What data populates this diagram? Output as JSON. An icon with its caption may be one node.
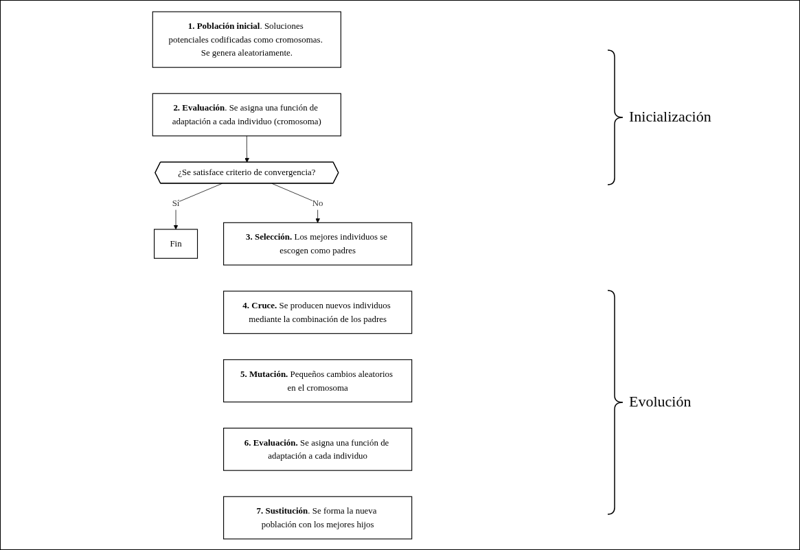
{
  "diagram": {
    "nodes": [
      {
        "text": [
          "**1. Población inicial**. Soluciones potenciales codificadas como cromosomas. Se genera aleatoriamente."
        ]
      },
      {
        "text": [
          "**2. Evaluación**. Se asigna una función de adaptación a cada individuo (cromosoma)"
        ]
      },
      {
        "text": [
          "¿Se satisface criterio de convergencia?"
        ]
      },
      {
        "text": [
          "Fin"
        ]
      },
      {
        "text": [
          "**3. Selección.** Los mejores individuos se escogen como padres"
        ]
      },
      {
        "text": [
          "**4. Cruce.** Se producen nuevos individuos mediante la combinación de los padres"
        ]
      },
      {
        "text": [
          "**5. Mutación.** Pequeños cambios aleatorios en el cromosoma"
        ]
      },
      {
        "text": [
          "**6. Evaluación.** Se asigna una función de adaptación a cada individuo"
        ]
      },
      {
        "text": [
          "**7. Sustitución**. Se forma la nueva población con los mejores hijos"
        ]
      }
    ],
    "edges": [
      {
        "from": 1,
        "to": 2,
        "arrow": "to"
      },
      {
        "from": 2,
        "to": 3,
        "arrow": "to",
        "label": "Sí"
      },
      {
        "from": 2,
        "to": 4,
        "arrow": "to",
        "label": "No"
      }
    ],
    "labels": [
      "Inicialización",
      "Evolución"
    ]
  }
}
